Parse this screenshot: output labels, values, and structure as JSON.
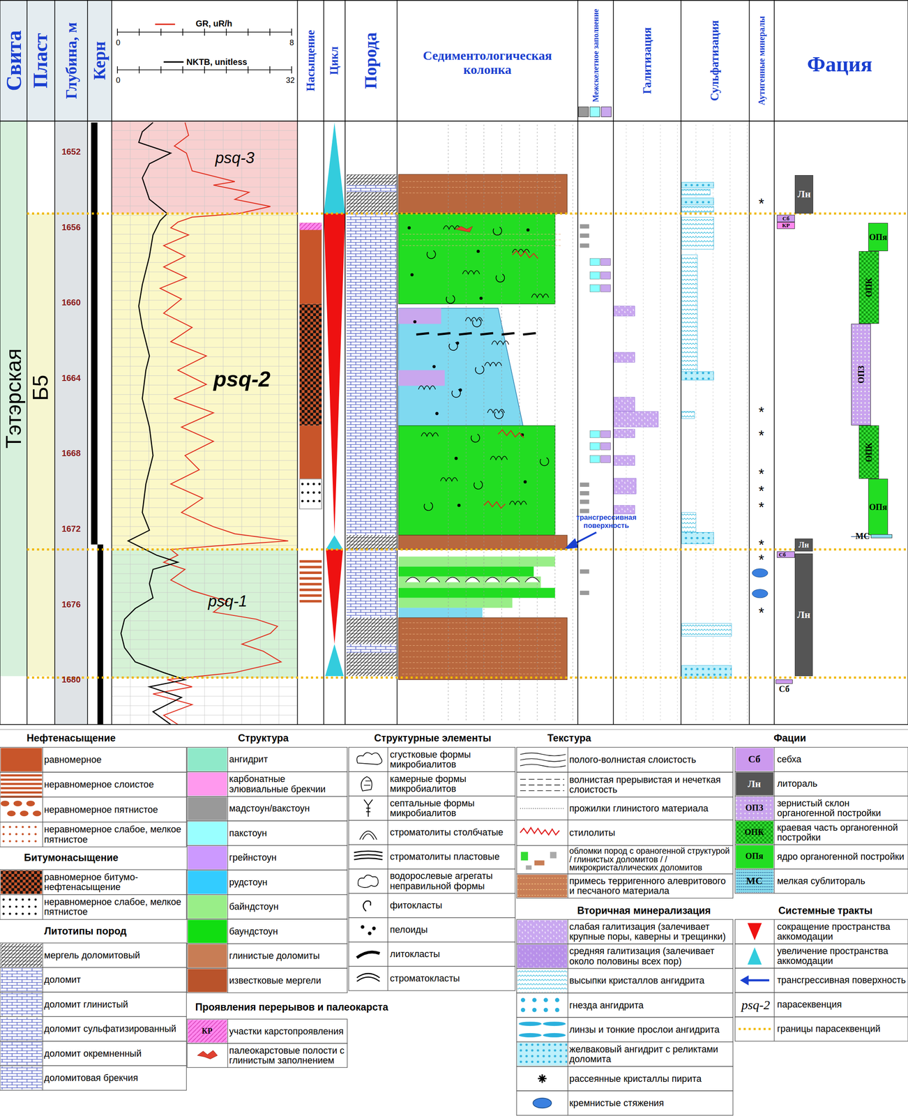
{
  "diagram": {
    "nodes": [
      {
        "text": [
          "Лн"
        ]
      },
      {
        "text": [
          "Сб"
        ]
      },
      {
        "text": [
          "КР"
        ]
      },
      {
        "text": [
          "ОПя"
        ]
      },
      {
        "text": [
          "ОПК"
        ]
      },
      {
        "text": [
          "ОПЗ"
        ]
      },
      {
        "text": [
          "ОПК"
        ]
      },
      {
        "text": [
          "ОПя"
        ]
      },
      {
        "text": [
          "МС"
        ]
      },
      {
        "text": [
          "Лн"
        ]
      },
      {
        "text": [
          "Сб"
        ]
      },
      {
        "text": [
          "Лн"
        ]
      },
      {
        "text": [
          "Сб"
        ]
      }
    ],
    "labels": [
      "Свита",
      "Пласт",
      "Глубина, м",
      "Керн",
      "GR, uR/h",
      "0",
      "8",
      "NKTB, unitless",
      "0",
      "32",
      "Насыщение",
      "Цикл",
      "Порода",
      "Седиментологическая колонка",
      "Межскелетное заполнение",
      "Галитизация",
      "Сульфатизация",
      "Аутигенные минералы",
      "Фация",
      "Тэтэрская",
      "Б5",
      "1652",
      "1656",
      "1660",
      "1664",
      "1668",
      "1672",
      "1676",
      "1680",
      "psq-3",
      "psq-2",
      "psq-1",
      "трансгрессивная поверхность",
      "*",
      "*",
      "*",
      "*",
      "*",
      "*",
      "*",
      "*",
      "*",
      "Нефтенасыщение",
      "Битумонасыщение",
      "Литотипы пород",
      "Структура",
      "Структурные элементы",
      "Проявления перерывов и палеокарста",
      "Текстура",
      "Вторичная минерализация",
      "Фации",
      "Системные тракты",
      "КР",
      "Сб",
      "Лн",
      "ОПЗ",
      "ОПК",
      "ОПя",
      "МС",
      "psq-2"
    ],
    "legend": [
      {
        "text": "равномерное",
        "color": "#c8552a"
      },
      {
        "text": "неравномерное слоистое"
      },
      {
        "text": "неравномерное пятнистое"
      },
      {
        "text": "неравномерное слабое, мелкое пятнистое"
      },
      {
        "text": "равномерное битумо-нефтенасыщение"
      },
      {
        "text": "неравномерное слабое, мелкое пятнистое"
      },
      {
        "text": "мергель доломитовый"
      },
      {
        "text": "доломит"
      },
      {
        "text": "доломит глинистый"
      },
      {
        "text": "доломит сульфатизированный"
      },
      {
        "text": "доломит окремненный"
      },
      {
        "text": "доломитовая брекчия"
      },
      {
        "text": "ангидрит",
        "color": "#8fe9c9"
      },
      {
        "text": "карбонатные элювиальные брекчии",
        "color": "#ff99ee"
      },
      {
        "text": "мадстоун/вакстоун",
        "color": "#999999"
      },
      {
        "text": "пакстоун",
        "color": "#99ffff"
      },
      {
        "text": "грейнстоун",
        "color": "#cc99ff"
      },
      {
        "text": "рудстоун",
        "color": "#33ccff"
      },
      {
        "text": "байндстоун",
        "color": "#99ee88"
      },
      {
        "text": "баундстоун",
        "color": "#11dd11"
      },
      {
        "text": "глинистые доломиты",
        "color": "#c87d55"
      },
      {
        "text": "известковые мергели",
        "color": "#b9532b"
      },
      {
        "text": "сгустковые формы микробиалитов"
      },
      {
        "text": "камерные формы микробиалитов"
      },
      {
        "text": "септальные формы микробиалитов"
      },
      {
        "text": "строматолиты столбчатые"
      },
      {
        "text": "строматолиты пластовые"
      },
      {
        "text": "водорослевые агрегаты неправильной формы"
      },
      {
        "text": "фитокласты"
      },
      {
        "text": "пелоиды"
      },
      {
        "text": "литокласты"
      },
      {
        "text": "строматокласты"
      },
      {
        "text": "участки карстопроявления"
      },
      {
        "text": "палеокарстовые полости с глинистым заполнением"
      },
      {
        "text": "полого-волнистая слоистость"
      },
      {
        "text": "волнистая прерывистая и нечеткая слоистость"
      },
      {
        "text": "прожилки глинистого материала"
      },
      {
        "text": "стилолиты"
      },
      {
        "text": "обломки пород с ораногенной структурой / глинистых доломитов / / микрокристаллических доломитов"
      },
      {
        "text": "примесь терригенного алевритового и песчаного материала"
      },
      {
        "text": "слабая галитизация (залечивает крупные поры, каверны и трещинки)"
      },
      {
        "text": "средняя галитизация (залечивает около половины всех пор)"
      },
      {
        "text": "высыпки кристаллов ангидрита"
      },
      {
        "text": "гнезда ангидрита"
      },
      {
        "text": "линзы и тонкие прослои ангидрита"
      },
      {
        "text": "желваковый ангидрит с реликтами доломита"
      },
      {
        "text": "рассеянные кристаллы пирита"
      },
      {
        "text": "кремнистые стяжения"
      },
      {
        "text": "себха",
        "color": "#cc99ee"
      },
      {
        "text": "литораль",
        "color": "#555555"
      },
      {
        "text": "зернистый склон органогенной постройки"
      },
      {
        "text": "краевая часть органогенной постройки"
      },
      {
        "text": "ядро органогенной постройки",
        "color": "#22dd22"
      },
      {
        "text": "мелкая сублитораль"
      },
      {
        "text": "сокращение пространства аккомодации"
      },
      {
        "text": "увеличение пространства аккомодации"
      },
      {
        "text": "трансгрессивная поверхность"
      },
      {
        "text": "парасеквенция"
      },
      {
        "text": "границы парасеквенций"
      }
    ]
  }
}
